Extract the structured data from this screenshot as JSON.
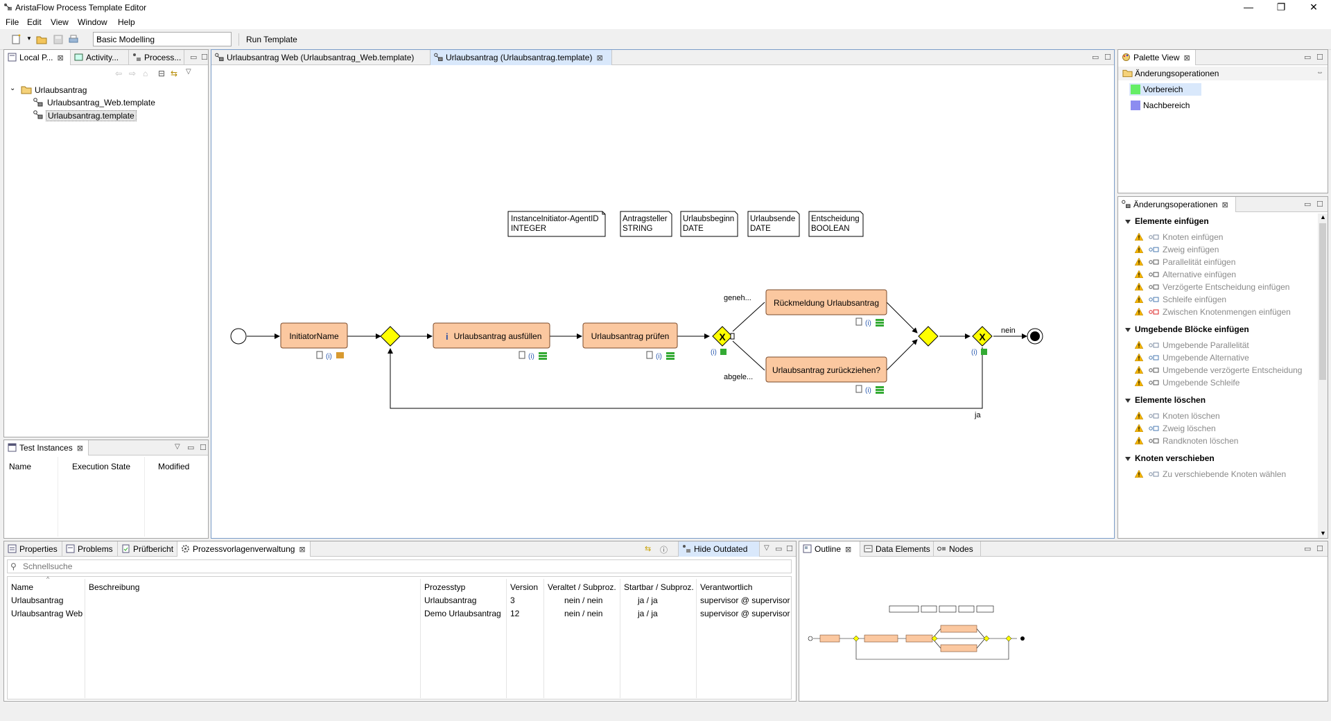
{
  "window": {
    "title": "AristaFlow Process Template Editor",
    "minimize": "—",
    "maximize": "❐",
    "close": "✕"
  },
  "menu": [
    "File",
    "Edit",
    "View",
    "Window",
    "Help"
  ],
  "toolbar": {
    "perspective": "Basic Modelling",
    "run_template": "Run Template"
  },
  "left_panel": {
    "tabs": [
      "Local P...",
      "Activity...",
      "Process..."
    ],
    "tree": {
      "root": "Urlaubsantrag",
      "children": [
        "Urlaubsantrag_Web.template",
        "Urlaubsantrag.template"
      ]
    }
  },
  "editor": {
    "tabs": [
      "Urlaubsantrag Web (Urlaubsantrag_Web.template)",
      "Urlaubsantrag (Urlaubsantrag.template)"
    ],
    "data_elements": [
      {
        "name": "InstanceInitiator-AgentID",
        "type": "INTEGER"
      },
      {
        "name": "Antragsteller",
        "type": "STRING"
      },
      {
        "name": "Urlaubsbeginn",
        "type": "DATE"
      },
      {
        "name": "Urlaubsende",
        "type": "DATE"
      },
      {
        "name": "Entscheidung",
        "type": "BOOLEAN"
      }
    ],
    "nodes": {
      "initiator": "InitiatorName",
      "fill": "Urlaubsantrag ausfüllen",
      "check": "Urlaubsantrag prüfen",
      "feedback": "Rückmeldung Urlaubsantrag",
      "withdraw": "Urlaubsantrag zurückziehen?"
    },
    "edge_labels": {
      "approved": "geneh...",
      "rejected": "abgele...",
      "no": "nein",
      "yes": "ja"
    },
    "info_glyph": "i",
    "xor_glyph": "X"
  },
  "test_instances": {
    "title": "Test Instances",
    "columns": [
      "Name",
      "Execution State",
      "Modified"
    ]
  },
  "palette": {
    "title": "Palette View",
    "group": "Änderungsoperationen",
    "items": [
      {
        "label": "Vorbereich",
        "color": "#66ee66"
      },
      {
        "label": "Nachbereich",
        "color": "#8c8cf0"
      }
    ]
  },
  "change_ops": {
    "title": "Änderungsoperationen",
    "sections": [
      {
        "title": "Elemente einfügen",
        "items": [
          "Knoten einfügen",
          "Zweig einfügen",
          "Parallelität einfügen",
          "Alternative einfügen",
          "Verzögerte Entscheidung einfügen",
          "Schleife einfügen",
          "Zwischen Knotenmengen einfügen"
        ]
      },
      {
        "title": "Umgebende Blöcke einfügen",
        "items": [
          "Umgebende Parallelität",
          "Umgebende Alternative",
          "Umgebende verzögerte Entscheidung",
          "Umgebende Schleife"
        ]
      },
      {
        "title": "Elemente löschen",
        "items": [
          "Knoten löschen",
          "Zweig löschen",
          "Randknoten löschen"
        ]
      },
      {
        "title": "Knoten verschieben",
        "items": [
          "Zu verschiebende Knoten wählen"
        ]
      }
    ]
  },
  "bottom_panel": {
    "tabs": [
      "Properties",
      "Problems",
      "Prüfbericht",
      "Prozessvorlagenverwaltung"
    ],
    "hide_outdated": "Hide Outdated",
    "search_placeholder": "Schnellsuche",
    "columns": [
      "Name",
      "Beschreibung",
      "Prozesstyp",
      "Version",
      "Veraltet / Subproz.",
      "Startbar / Subproz.",
      "Verantwortlich"
    ],
    "rows": [
      [
        "Urlaubsantrag",
        "",
        "Urlaubsantrag",
        "3",
        "nein / nein",
        "ja / ja",
        "supervisor @ supervisor"
      ],
      [
        "Urlaubsantrag Web",
        "",
        "Demo Urlaubsantrag",
        "12",
        "nein / nein",
        "ja / ja",
        "supervisor @ supervisor"
      ]
    ]
  },
  "outline_panel": {
    "tabs": [
      "Outline",
      "Data Elements",
      "Nodes"
    ]
  },
  "colors": {
    "activity_fill": "#fbc8a0",
    "activity_border": "#7a4a2a",
    "gateway": "#ffff00",
    "selected_tab": "#d9e8fb"
  }
}
